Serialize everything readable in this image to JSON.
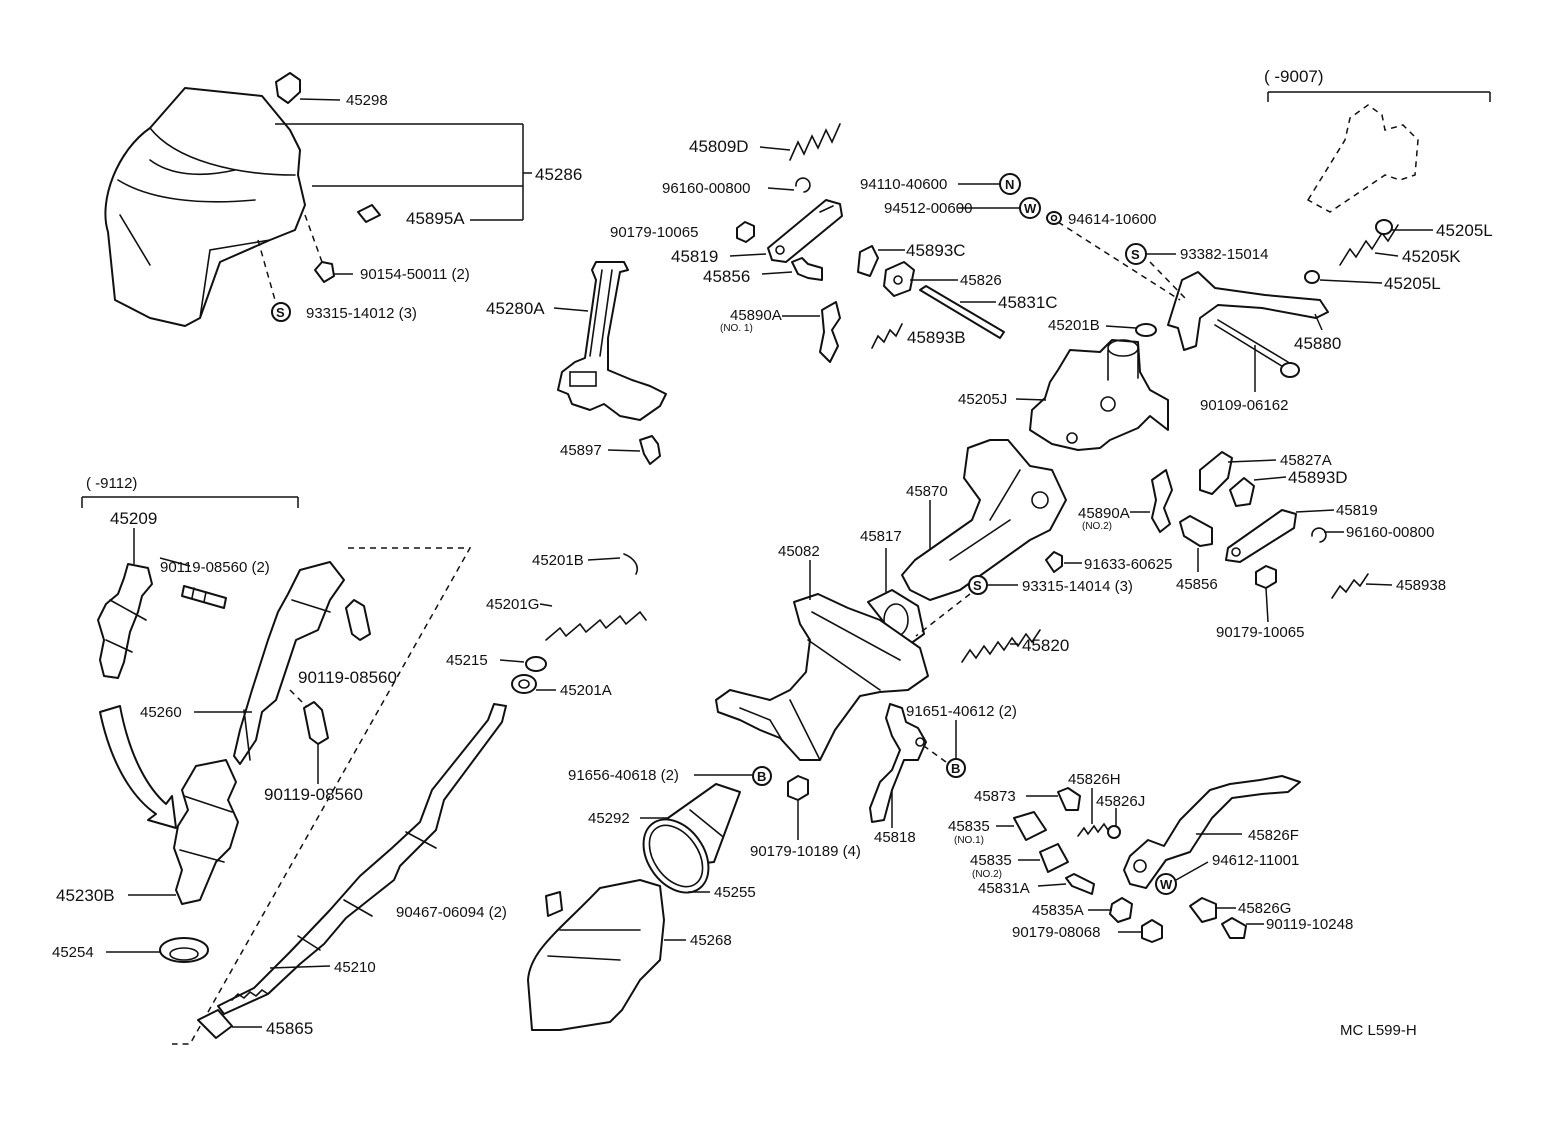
{
  "diagram": {
    "code": "MC  L599-H",
    "range_notes": {
      "top_right": "(        -9007)",
      "left": "(        -9112)"
    },
    "symbols": {
      "N": "N",
      "W": "W",
      "S": "S",
      "B": "B"
    },
    "labels": {
      "p45298": "45298",
      "p45286": "45286",
      "p45895A": "45895A",
      "p90154": "90154-50011 (2)",
      "p93315_14012": "93315-14012 (3)",
      "p45809D": "45809D",
      "p96160_top": "96160-00800",
      "p90179_10065_top": "90179-10065",
      "p45819_top": "45819",
      "p45856_top": "45856",
      "p45280A": "45280A",
      "p45890A_1": "45890A",
      "p45890A_1_note": "(NO. 1)",
      "p45897": "45897",
      "p45893C": "45893C",
      "p45826": "45826",
      "p45831C": "45831C",
      "p45893B": "45893B",
      "p94110": "94110-40600",
      "p94512": "94512-00600",
      "p94614": "94614-10600",
      "p93382": "93382-15014",
      "p45201B_top": "45201B",
      "p45205J": "45205J",
      "p45880": "45880",
      "p90109": "90109-06162",
      "p45205L_a": "45205L",
      "p45205K": "45205K",
      "p45205L_b": "45205L",
      "p45827A": "45827A",
      "p45893D": "45893D",
      "p45819_right": "45819",
      "p96160_right": "96160-00800",
      "p45890A_2": "45890A",
      "p45890A_2_note": "(NO.2)",
      "p45856_right": "45856",
      "p45893B_right": "458938",
      "p90179_10065_right": "90179-10065",
      "p45870": "45870",
      "p45817": "45817",
      "p45082": "45082",
      "p91633": "91633-60625",
      "p93315_14014": "93315-14014 (3)",
      "p45820": "45820",
      "p45209": "45209",
      "p90119_08560_2": "90119-08560 (2)",
      "p90119_08560_a": "90119-08560",
      "p45260": "45260",
      "p90119_08560_b": "90119-08560",
      "p45230B": "45230B",
      "p45254": "45254",
      "p45201B_mid": "45201B",
      "p45201G": "45201G",
      "p45215": "45215",
      "p45201A": "45201A",
      "p45210": "45210",
      "p45865": "45865",
      "p91656": "91656-40618 (2)",
      "p45292": "45292",
      "p90179_10189": "90179-10189 (4)",
      "p45255": "45255",
      "p90467": "90467-06094 (2)",
      "p45268": "45268",
      "p91651": "91651-40612 (2)",
      "p45818": "45818",
      "p45873": "45873",
      "p45826H": "45826H",
      "p45826J": "45826J",
      "p45835_1": "45835",
      "p45835_1_note": "(NO.1)",
      "p45835_2": "45835",
      "p45835_2_note": "(NO.2)",
      "p45831A": "45831A",
      "p45835A": "45835A",
      "p90179_08068": "90179-08068",
      "p45826F": "45826F",
      "p94612": "94612-11001",
      "p45826G": "45826G",
      "p90119_10248": "90119-10248"
    }
  }
}
